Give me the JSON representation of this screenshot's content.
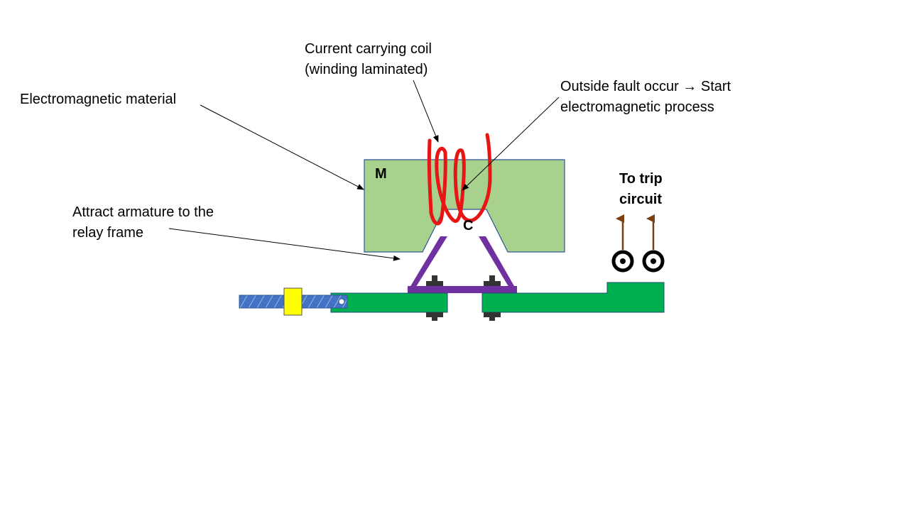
{
  "labels": {
    "coil": [
      "Current carrying coil",
      "(winding laminated)"
    ],
    "electromagnetic_material": "Electromagnetic material",
    "fault": [
      "Outside fault occur → Start",
      "electromagnetic process"
    ],
    "attract": [
      "Attract armature to the",
      "relay frame"
    ],
    "trip": [
      "To trip",
      "circuit"
    ],
    "core_letter": "M",
    "gap_letter": "C"
  },
  "colors": {
    "core": "#a9d18e",
    "core_border": "#2f5597",
    "coil": "#e81515",
    "armature": "#7030a0",
    "beam": "#00b050",
    "screw": "#4472c4",
    "nut": "#ffff00",
    "trip_arrow": "#7a3e10"
  }
}
